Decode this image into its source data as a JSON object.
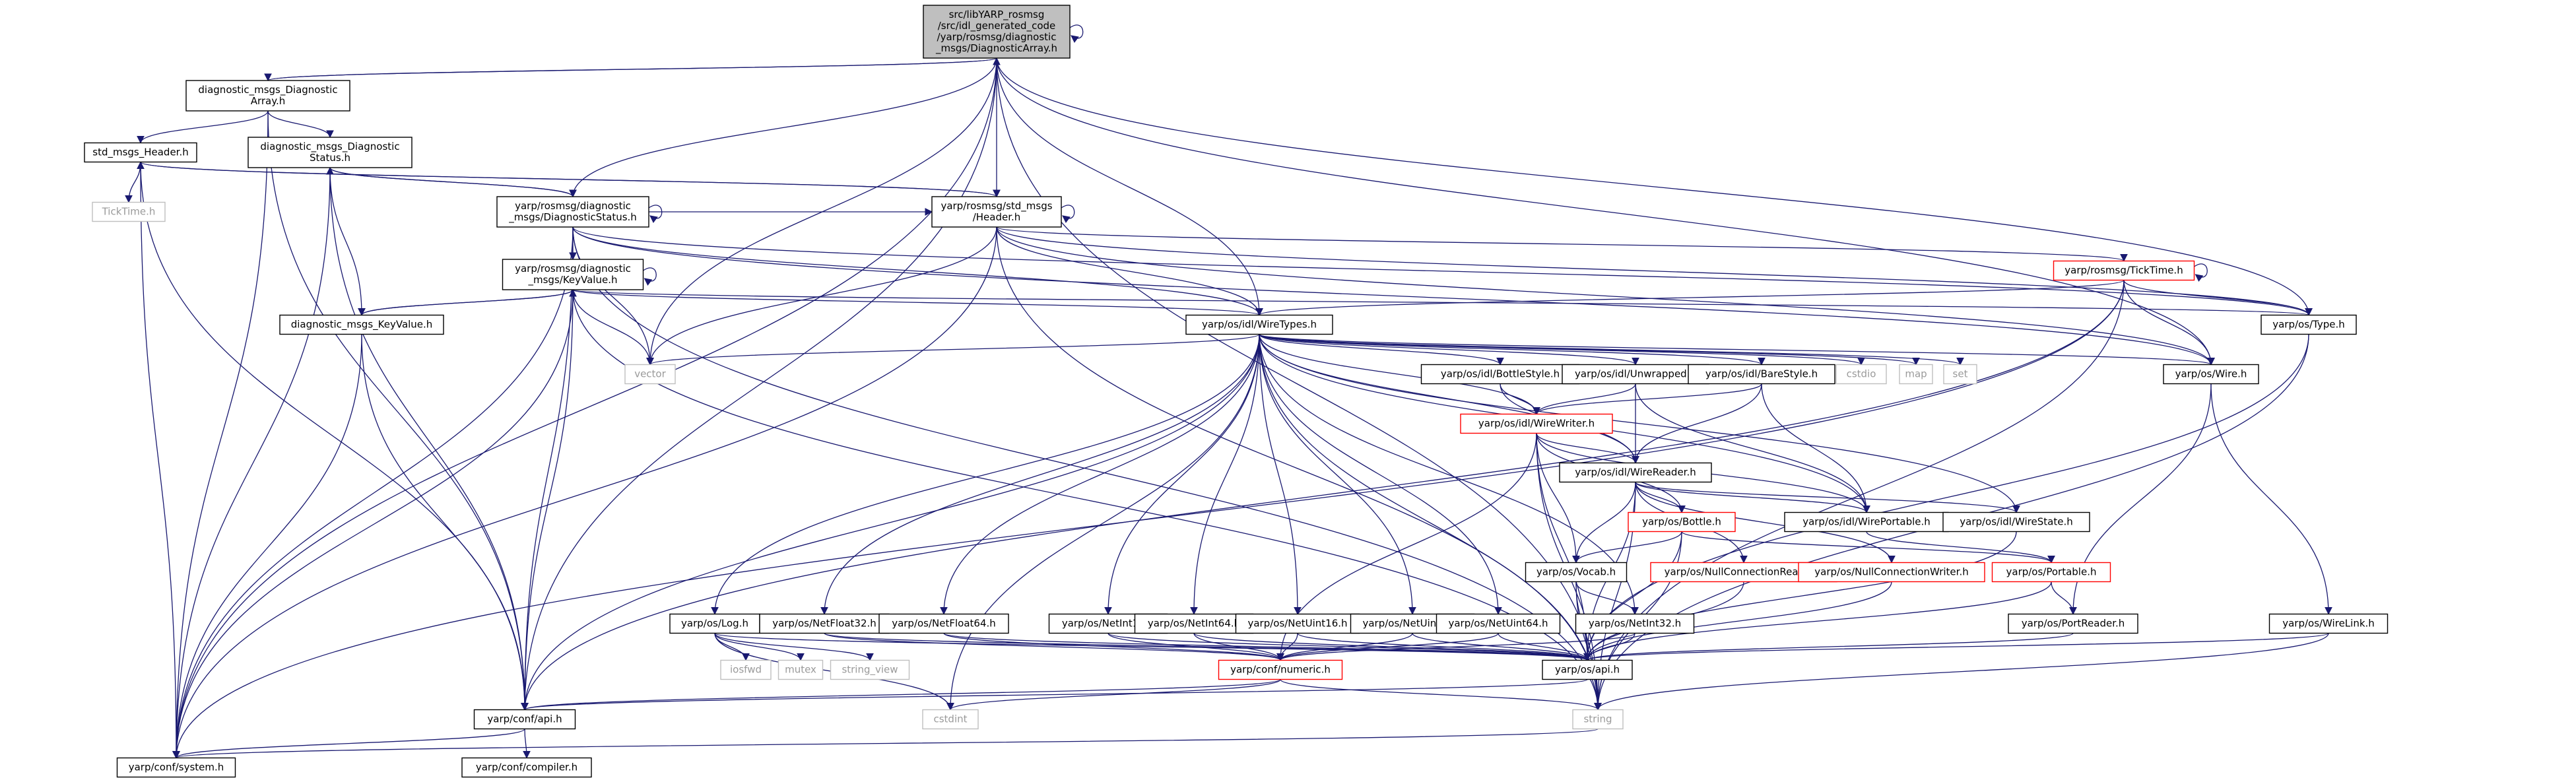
{
  "graph": {
    "title": "",
    "colors": {
      "edge": "#191970",
      "normal_border": "#000000",
      "truncated_border": "#ff0000",
      "external_border": "#bfbfbf",
      "root_fill": "#bfbfbf",
      "node_fill": "#ffffff",
      "external_text": "#9a9a9a"
    },
    "nodes": [
      {
        "id": "root",
        "style": "root",
        "lines": [
          "src/libYARP_rosmsg",
          "/src/idl_generated_code",
          "/yarp/rosmsg/diagnostic",
          "_msgs/DiagnosticArray.h"
        ]
      },
      {
        "id": "dm_array",
        "style": "normal",
        "lines": [
          "diagnostic_msgs_Diagnostic",
          "Array.h"
        ]
      },
      {
        "id": "std_header",
        "style": "normal",
        "lines": [
          "std_msgs_Header.h"
        ]
      },
      {
        "id": "dm_status",
        "style": "normal",
        "lines": [
          "diagnostic_msgs_Diagnostic",
          "Status.h"
        ]
      },
      {
        "id": "ticktime",
        "style": "external",
        "lines": [
          "TickTime.h"
        ]
      },
      {
        "id": "yr_status",
        "style": "normal",
        "lines": [
          "yarp/rosmsg/diagnostic",
          "_msgs/DiagnosticStatus.h"
        ]
      },
      {
        "id": "yr_header",
        "style": "normal",
        "lines": [
          "yarp/rosmsg/std_msgs",
          "/Header.h"
        ]
      },
      {
        "id": "yr_keyvalue",
        "style": "normal",
        "lines": [
          "yarp/rosmsg/diagnostic",
          "_msgs/KeyValue.h"
        ]
      },
      {
        "id": "dm_keyvalue",
        "style": "normal",
        "lines": [
          "diagnostic_msgs_KeyValue.h"
        ]
      },
      {
        "id": "yr_ticktime",
        "style": "truncated",
        "lines": [
          "yarp/rosmsg/TickTime.h"
        ]
      },
      {
        "id": "wiretypes",
        "style": "normal",
        "lines": [
          "yarp/os/idl/WireTypes.h"
        ]
      },
      {
        "id": "os_type",
        "style": "normal",
        "lines": [
          "yarp/os/Type.h"
        ]
      },
      {
        "id": "os_wire",
        "style": "normal",
        "lines": [
          "yarp/os/Wire.h"
        ]
      },
      {
        "id": "vector",
        "style": "external",
        "lines": [
          "vector"
        ]
      },
      {
        "id": "bottlestyle",
        "style": "normal",
        "lines": [
          "yarp/os/idl/BottleStyle.h"
        ]
      },
      {
        "id": "unwrapped",
        "style": "normal",
        "lines": [
          "yarp/os/idl/Unwrapped.h"
        ]
      },
      {
        "id": "barestyle",
        "style": "normal",
        "lines": [
          "yarp/os/idl/BareStyle.h"
        ]
      },
      {
        "id": "cstdio",
        "style": "external",
        "lines": [
          "cstdio"
        ]
      },
      {
        "id": "map",
        "style": "external",
        "lines": [
          "map"
        ]
      },
      {
        "id": "set",
        "style": "external",
        "lines": [
          "set"
        ]
      },
      {
        "id": "wirewriter",
        "style": "truncated",
        "lines": [
          "yarp/os/idl/WireWriter.h"
        ]
      },
      {
        "id": "wirereader",
        "style": "normal",
        "lines": [
          "yarp/os/idl/WireReader.h"
        ]
      },
      {
        "id": "wireportable",
        "style": "normal",
        "lines": [
          "yarp/os/idl/WirePortable.h"
        ]
      },
      {
        "id": "wirestate",
        "style": "normal",
        "lines": [
          "yarp/os/idl/WireState.h"
        ]
      },
      {
        "id": "bottle",
        "style": "truncated",
        "lines": [
          "yarp/os/Bottle.h"
        ]
      },
      {
        "id": "vocab",
        "style": "normal",
        "lines": [
          "yarp/os/Vocab.h"
        ]
      },
      {
        "id": "nullreader",
        "style": "truncated",
        "lines": [
          "yarp/os/NullConnectionReader.h"
        ]
      },
      {
        "id": "nullwriter",
        "style": "truncated",
        "lines": [
          "yarp/os/NullConnectionWriter.h"
        ]
      },
      {
        "id": "portable",
        "style": "truncated",
        "lines": [
          "yarp/os/Portable.h"
        ]
      },
      {
        "id": "portreader",
        "style": "normal",
        "lines": [
          "yarp/os/PortReader.h"
        ]
      },
      {
        "id": "wirelink",
        "style": "normal",
        "lines": [
          "yarp/os/WireLink.h"
        ]
      },
      {
        "id": "netint32",
        "style": "normal",
        "lines": [
          "yarp/os/NetInt32.h"
        ]
      },
      {
        "id": "os_log",
        "style": "normal",
        "lines": [
          "yarp/os/Log.h"
        ]
      },
      {
        "id": "netfloat32",
        "style": "normal",
        "lines": [
          "yarp/os/NetFloat32.h"
        ]
      },
      {
        "id": "netfloat64",
        "style": "normal",
        "lines": [
          "yarp/os/NetFloat64.h"
        ]
      },
      {
        "id": "netint16",
        "style": "normal",
        "lines": [
          "yarp/os/NetInt16.h"
        ]
      },
      {
        "id": "netint64a",
        "style": "normal",
        "lines": [
          "yarp/os/NetInt64.h"
        ]
      },
      {
        "id": "netuint16",
        "style": "normal",
        "lines": [
          "yarp/os/NetUint16.h"
        ]
      },
      {
        "id": "netuint32",
        "style": "normal",
        "lines": [
          "yarp/os/NetUint32.h"
        ]
      },
      {
        "id": "netuint64",
        "style": "normal",
        "lines": [
          "yarp/os/NetUint64.h"
        ]
      },
      {
        "id": "iosfwd",
        "style": "external",
        "lines": [
          "iosfwd"
        ]
      },
      {
        "id": "mutex",
        "style": "external",
        "lines": [
          "mutex"
        ]
      },
      {
        "id": "string_view",
        "style": "external",
        "lines": [
          "string_view"
        ]
      },
      {
        "id": "conf_numeric",
        "style": "truncated",
        "lines": [
          "yarp/conf/numeric.h"
        ]
      },
      {
        "id": "os_api",
        "style": "normal",
        "lines": [
          "yarp/os/api.h"
        ]
      },
      {
        "id": "conf_api",
        "style": "normal",
        "lines": [
          "yarp/conf/api.h"
        ]
      },
      {
        "id": "cstdint",
        "style": "external",
        "lines": [
          "cstdint"
        ]
      },
      {
        "id": "string",
        "style": "external",
        "lines": [
          "string"
        ]
      },
      {
        "id": "conf_system",
        "style": "normal",
        "lines": [
          "yarp/conf/system.h"
        ]
      },
      {
        "id": "conf_compiler",
        "style": "normal",
        "lines": [
          "yarp/conf/compiler.h"
        ]
      }
    ],
    "edges": [
      [
        "root",
        "dm_array"
      ],
      [
        "root",
        "yr_status"
      ],
      [
        "root",
        "yr_header"
      ],
      [
        "root",
        "wiretypes"
      ],
      [
        "root",
        "vector"
      ],
      [
        "root",
        "os_type"
      ],
      [
        "root",
        "os_wire"
      ],
      [
        "root",
        "conf_api"
      ],
      [
        "root",
        "conf_system"
      ],
      [
        "root",
        "string"
      ],
      [
        "root",
        "root"
      ],
      [
        "dm_array",
        "root"
      ],
      [
        "dm_array",
        "std_header"
      ],
      [
        "dm_array",
        "dm_status"
      ],
      [
        "dm_array",
        "conf_api"
      ],
      [
        "dm_array",
        "conf_system"
      ],
      [
        "std_header",
        "ticktime"
      ],
      [
        "std_header",
        "yr_header"
      ],
      [
        "std_header",
        "conf_api"
      ],
      [
        "std_header",
        "conf_system"
      ],
      [
        "dm_status",
        "yr_status"
      ],
      [
        "dm_status",
        "dm_keyvalue"
      ],
      [
        "dm_status",
        "conf_api"
      ],
      [
        "dm_status",
        "conf_system"
      ],
      [
        "yr_status",
        "dm_status"
      ],
      [
        "yr_status",
        "yr_header"
      ],
      [
        "yr_status",
        "yr_keyvalue"
      ],
      [
        "yr_status",
        "wiretypes"
      ],
      [
        "yr_status",
        "vector"
      ],
      [
        "yr_status",
        "conf_api"
      ],
      [
        "yr_status",
        "conf_system"
      ],
      [
        "yr_status",
        "string"
      ],
      [
        "yr_status",
        "os_type"
      ],
      [
        "yr_status",
        "os_wire"
      ],
      [
        "yr_status",
        "yr_status"
      ],
      [
        "yr_header",
        "std_header"
      ],
      [
        "yr_header",
        "yr_ticktime"
      ],
      [
        "yr_header",
        "wiretypes"
      ],
      [
        "yr_header",
        "os_type"
      ],
      [
        "yr_header",
        "os_wire"
      ],
      [
        "yr_header",
        "string"
      ],
      [
        "yr_header",
        "conf_system"
      ],
      [
        "yr_header",
        "vector"
      ],
      [
        "yr_header",
        "yr_header"
      ],
      [
        "yr_keyvalue",
        "dm_keyvalue"
      ],
      [
        "yr_keyvalue",
        "wiretypes"
      ],
      [
        "yr_keyvalue",
        "vector"
      ],
      [
        "yr_keyvalue",
        "conf_api"
      ],
      [
        "yr_keyvalue",
        "conf_system"
      ],
      [
        "yr_keyvalue",
        "string"
      ],
      [
        "yr_keyvalue",
        "os_type"
      ],
      [
        "yr_keyvalue",
        "yr_keyvalue"
      ],
      [
        "dm_keyvalue",
        "yr_keyvalue"
      ],
      [
        "dm_keyvalue",
        "conf_api"
      ],
      [
        "dm_keyvalue",
        "conf_system"
      ],
      [
        "yr_ticktime",
        "wiretypes"
      ],
      [
        "yr_ticktime",
        "os_type"
      ],
      [
        "yr_ticktime",
        "os_wire"
      ],
      [
        "yr_ticktime",
        "string"
      ],
      [
        "yr_ticktime",
        "conf_api"
      ],
      [
        "yr_ticktime",
        "conf_system"
      ],
      [
        "yr_ticktime",
        "yr_ticktime"
      ],
      [
        "wiretypes",
        "vector"
      ],
      [
        "wiretypes",
        "cstdio"
      ],
      [
        "wiretypes",
        "map"
      ],
      [
        "wiretypes",
        "set"
      ],
      [
        "wiretypes",
        "os_wire"
      ],
      [
        "wiretypes",
        "bottlestyle"
      ],
      [
        "wiretypes",
        "unwrapped"
      ],
      [
        "wiretypes",
        "barestyle"
      ],
      [
        "wiretypes",
        "wirewriter"
      ],
      [
        "wiretypes",
        "wirereader"
      ],
      [
        "wiretypes",
        "wireportable"
      ],
      [
        "wiretypes",
        "wirestate"
      ],
      [
        "wiretypes",
        "os_log"
      ],
      [
        "wiretypes",
        "netfloat32"
      ],
      [
        "wiretypes",
        "netfloat64"
      ],
      [
        "wiretypes",
        "netint16"
      ],
      [
        "wiretypes",
        "netint64a"
      ],
      [
        "wiretypes",
        "netuint16"
      ],
      [
        "wiretypes",
        "netuint32"
      ],
      [
        "wiretypes",
        "netuint64"
      ],
      [
        "wiretypes",
        "netint32"
      ],
      [
        "wiretypes",
        "conf_api"
      ],
      [
        "wiretypes",
        "string"
      ],
      [
        "wiretypes",
        "cstdint"
      ],
      [
        "os_type",
        "os_api"
      ],
      [
        "os_type",
        "string"
      ],
      [
        "os_wire",
        "portreader"
      ],
      [
        "os_wire",
        "wirelink"
      ],
      [
        "bottlestyle",
        "wirewriter"
      ],
      [
        "bottlestyle",
        "wirereader"
      ],
      [
        "unwrapped",
        "wirewriter"
      ],
      [
        "unwrapped",
        "wirereader"
      ],
      [
        "unwrapped",
        "wireportable"
      ],
      [
        "barestyle",
        "wirewriter"
      ],
      [
        "barestyle",
        "wirereader"
      ],
      [
        "barestyle",
        "wireportable"
      ],
      [
        "wirewriter",
        "wirereader"
      ],
      [
        "wirewriter",
        "wireportable"
      ],
      [
        "wirewriter",
        "vocab"
      ],
      [
        "wirewriter",
        "bottle"
      ],
      [
        "wirewriter",
        "os_api"
      ],
      [
        "wirewriter",
        "string"
      ],
      [
        "wirewriter",
        "conf_numeric"
      ],
      [
        "wirereader",
        "wireportable"
      ],
      [
        "wirereader",
        "wirestate"
      ],
      [
        "wirereader",
        "bottle"
      ],
      [
        "wirereader",
        "vocab"
      ],
      [
        "wirereader",
        "nullreader"
      ],
      [
        "wirereader",
        "nullwriter"
      ],
      [
        "wirereader",
        "os_api"
      ],
      [
        "wirereader",
        "string"
      ],
      [
        "wireportable",
        "portable"
      ],
      [
        "wirestate",
        "os_api"
      ],
      [
        "bottle",
        "portable"
      ],
      [
        "bottle",
        "vocab"
      ],
      [
        "bottle",
        "os_api"
      ],
      [
        "bottle",
        "string"
      ],
      [
        "vocab",
        "netint32"
      ],
      [
        "vocab",
        "os_api"
      ],
      [
        "vocab",
        "string"
      ],
      [
        "nullreader",
        "os_api"
      ],
      [
        "nullwriter",
        "os_api"
      ],
      [
        "portable",
        "portreader"
      ],
      [
        "portable",
        "os_api"
      ],
      [
        "portreader",
        "os_api"
      ],
      [
        "wirelink",
        "os_api"
      ],
      [
        "wirelink",
        "string"
      ],
      [
        "netint32",
        "conf_numeric"
      ],
      [
        "netint32",
        "os_api"
      ],
      [
        "os_log",
        "iosfwd"
      ],
      [
        "os_log",
        "mutex"
      ],
      [
        "os_log",
        "string_view"
      ],
      [
        "os_log",
        "os_api"
      ],
      [
        "os_log",
        "cstdint"
      ],
      [
        "netfloat32",
        "conf_numeric"
      ],
      [
        "netfloat32",
        "os_api"
      ],
      [
        "netfloat64",
        "conf_numeric"
      ],
      [
        "netfloat64",
        "os_api"
      ],
      [
        "netint16",
        "conf_numeric"
      ],
      [
        "netint16",
        "os_api"
      ],
      [
        "netint64a",
        "conf_numeric"
      ],
      [
        "netint64a",
        "os_api"
      ],
      [
        "netuint16",
        "conf_numeric"
      ],
      [
        "netuint16",
        "os_api"
      ],
      [
        "netuint32",
        "conf_numeric"
      ],
      [
        "netuint32",
        "os_api"
      ],
      [
        "netuint64",
        "conf_numeric"
      ],
      [
        "netuint64",
        "os_api"
      ],
      [
        "conf_numeric",
        "conf_api"
      ],
      [
        "conf_numeric",
        "cstdint"
      ],
      [
        "conf_numeric",
        "string"
      ],
      [
        "os_api",
        "conf_api"
      ],
      [
        "conf_api",
        "conf_system"
      ],
      [
        "conf_api",
        "conf_compiler"
      ],
      [
        "string",
        "conf_system"
      ]
    ]
  }
}
